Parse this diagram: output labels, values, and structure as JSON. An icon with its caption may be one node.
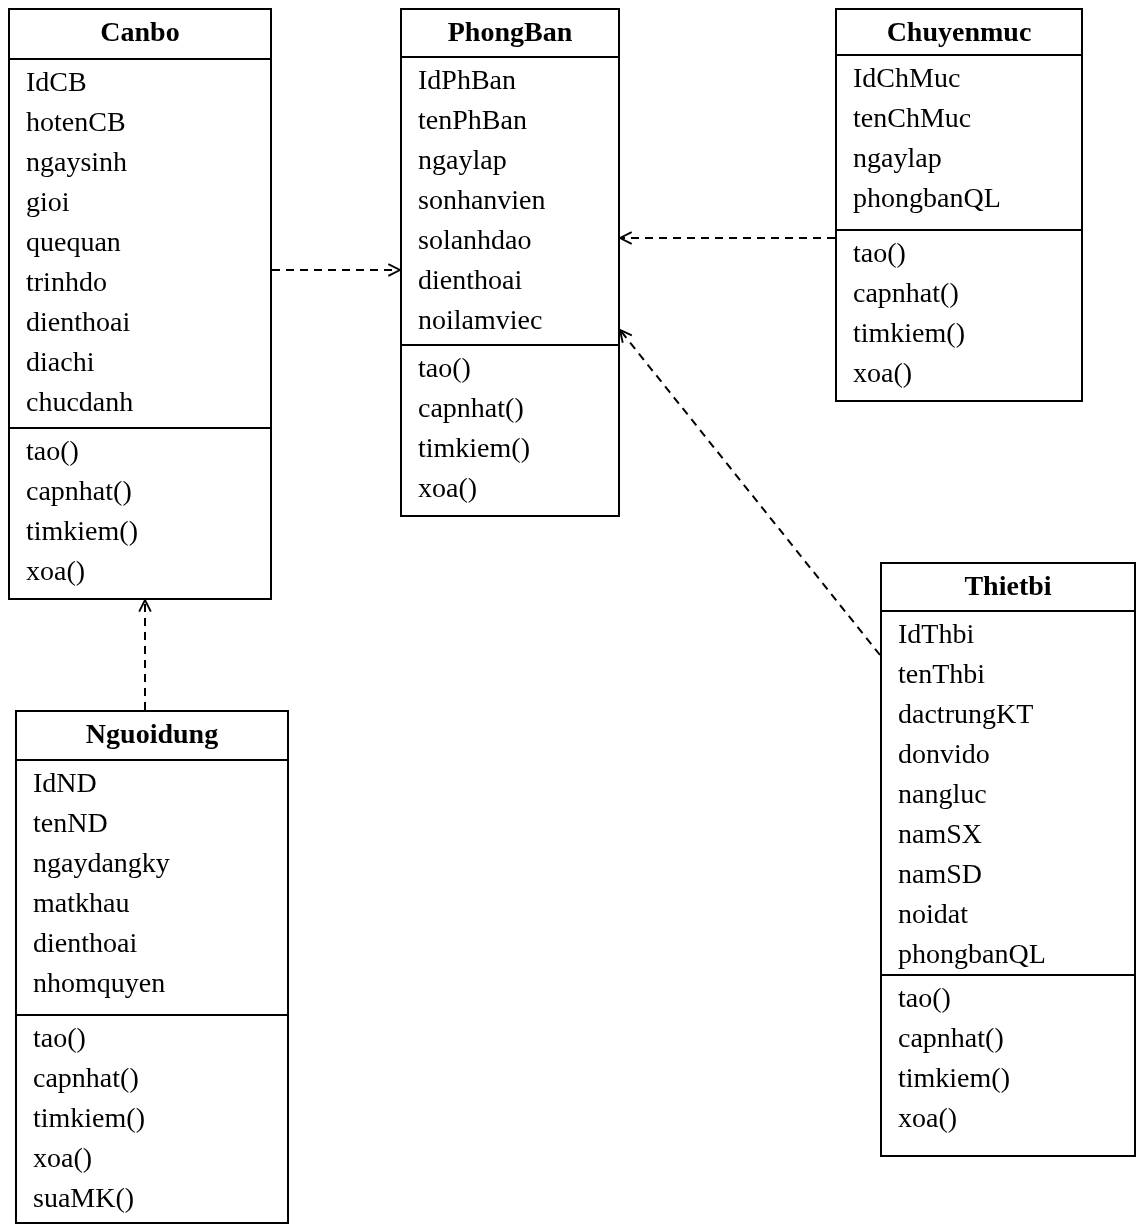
{
  "diagram": {
    "nodes": [
      {
        "text": [
          "Canbo"
        ]
      },
      {
        "text": [
          "IdCB",
          "hotenCB",
          "ngaysinh",
          "gioi",
          "quequan",
          "trinhdo",
          "dienthoai",
          "diachi",
          "chucdanh"
        ],
        "in": 0
      },
      {
        "text": [
          "tao()",
          "capnhat()",
          "timkiem()",
          "xoa()"
        ],
        "in": 0
      },
      {
        "text": [
          "PhongBan"
        ]
      },
      {
        "text": [
          "IdPhBan",
          "tenPhBan",
          "ngaylap",
          "sonhanvien",
          "solanhdao",
          "dienthoai",
          "noilamviec"
        ],
        "in": 3
      },
      {
        "text": [
          "tao()",
          "capnhat()",
          "timkiem()",
          "xoa()"
        ],
        "in": 3
      },
      {
        "text": [
          "Chuyenmuc"
        ]
      },
      {
        "text": [
          "IdChMuc",
          "tenChMuc",
          "ngaylap",
          "phongbanQL"
        ],
        "in": 6
      },
      {
        "text": [
          "tao()",
          "capnhat()",
          "timkiem()",
          "xoa()"
        ],
        "in": 6
      },
      {
        "text": [
          "Thietbi"
        ]
      },
      {
        "text": [
          "IdThbi",
          "tenThbi",
          "dactrungKT",
          "donvido",
          "nangluc",
          "namSX",
          "namSD",
          "noidat",
          "phongbanQL"
        ],
        "in": 9
      },
      {
        "text": [
          "tao()",
          "capnhat()",
          "timkiem()",
          "xoa()"
        ],
        "in": 9
      },
      {
        "text": [
          "Nguoidung"
        ]
      },
      {
        "text": [
          "IdND",
          "tenND",
          "ngaydangky",
          "matkhau",
          "dienthoai",
          "nhomquyen"
        ],
        "in": 12
      },
      {
        "text": [
          "tao()",
          "capnhat()",
          "timkiem()",
          "xoa()",
          "suaMK()"
        ],
        "in": 12
      }
    ],
    "edges": [
      {
        "from": 0,
        "to": 3,
        "arrow": "to",
        "style": "dashed"
      },
      {
        "from": 6,
        "to": 3,
        "arrow": "to",
        "style": "dashed"
      },
      {
        "from": 9,
        "to": 3,
        "arrow": "to",
        "style": "dashed"
      },
      {
        "from": 12,
        "to": 0,
        "arrow": "to",
        "style": "dashed"
      }
    ]
  }
}
